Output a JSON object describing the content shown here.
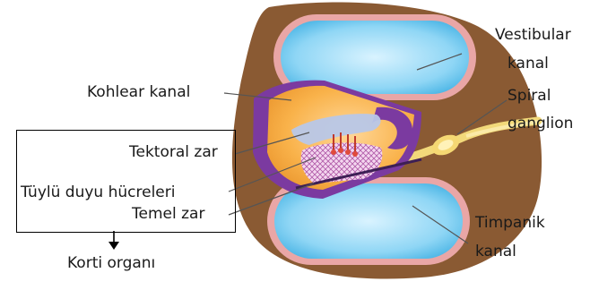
{
  "labels": {
    "vestibular_line1": "Vestibular",
    "vestibular_line2": "kanal",
    "kohlear": "Kohlear kanal",
    "spiral_line1": "Spiral",
    "spiral_line2": "ganglion",
    "tektoral": "Tektoral zar",
    "tuylu": "Tüylü duyu hücreleri",
    "temel": "Temel zar",
    "timpanik_line1": "Timpanik",
    "timpanik_line2": "kanal",
    "korti": "Korti organı"
  },
  "colors": {
    "outer_tissue": "#8a5a33",
    "canal_fill": "#6ec8f0",
    "canal_rim": "#e8a0a0",
    "kohlear_fill": "#f7a93a",
    "tectorial": "#b8c7e8",
    "purple": "#7b3aa0",
    "nerve": "#f5e08a"
  }
}
